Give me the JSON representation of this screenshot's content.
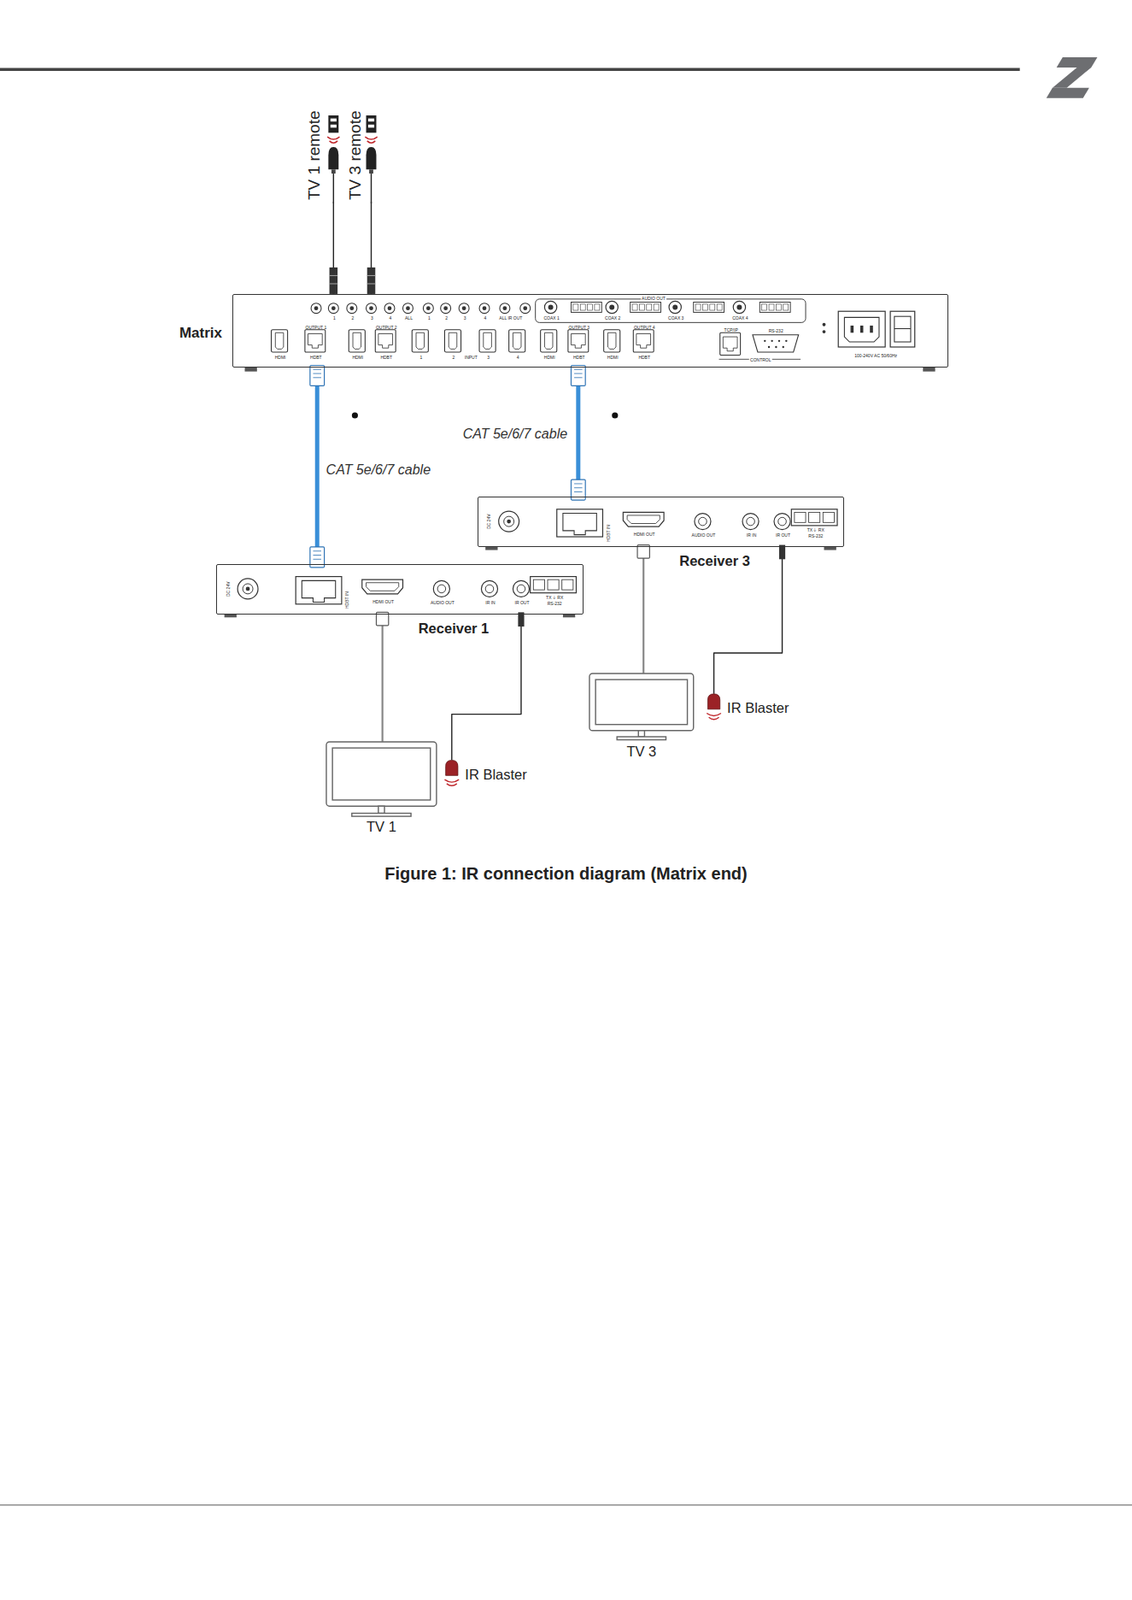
{
  "diagram": {
    "caption": "Figure 1: IR connection diagram (Matrix end)",
    "nodes": [
      {
        "text": [
          "TV 1 remote"
        ]
      },
      {
        "text": [
          "TV 3 remote"
        ]
      },
      {
        "text": [
          "Matrix",
          "1",
          "2",
          "3",
          "4",
          "ALL",
          "1",
          "2",
          "3",
          "4",
          "ALL IR OUT",
          "AUDIO OUT",
          "COAX 1",
          "COAX 2",
          "COAX 3",
          "COAX 4",
          "OUTPUT 1",
          "HDMI",
          "HDBT",
          "OUTPUT 2",
          "HDMI",
          "HDBT",
          "1",
          "2",
          "INPUT",
          "3",
          "4",
          "OUTPUT 3",
          "HDMI",
          "HDBT",
          "OUTPUT 4",
          "HDMI",
          "HDBT",
          "TCP/IP",
          "RS-232",
          "CONTROL",
          "100-240V AC 50/60Hz"
        ]
      },
      {
        "text": [
          "Receiver 1",
          "DC 24V",
          "HDBT IN",
          "HDMI OUT",
          "AUDIO OUT",
          "IR IN",
          "IR OUT",
          "TX ⏚ RX",
          "RS-232"
        ]
      },
      {
        "text": [
          "Receiver 3",
          "DC 24V",
          "HDBT IN",
          "HDMI OUT",
          "AUDIO OUT",
          "IR IN",
          "IR OUT",
          "TX ⏚ RX",
          "RS-232"
        ]
      },
      {
        "text": [
          "TV 1"
        ]
      },
      {
        "text": [
          "IR Blaster"
        ]
      },
      {
        "text": [
          "TV 3"
        ]
      },
      {
        "text": [
          "IR Blaster"
        ]
      }
    ],
    "edges": [
      {
        "from": 0,
        "to": 2,
        "arrow": "none"
      },
      {
        "from": 1,
        "to": 2,
        "arrow": "none"
      },
      {
        "from": 2,
        "to": 3,
        "label": "CAT 5e/6/7 cable",
        "arrow": "none"
      },
      {
        "from": 2,
        "to": 4,
        "label": "CAT 5e/6/7 cable",
        "arrow": "none"
      },
      {
        "from": 3,
        "to": 5,
        "arrow": "none"
      },
      {
        "from": 3,
        "to": 6,
        "arrow": "none"
      },
      {
        "from": 4,
        "to": 7,
        "arrow": "none"
      },
      {
        "from": 4,
        "to": 8,
        "arrow": "none"
      }
    ]
  }
}
